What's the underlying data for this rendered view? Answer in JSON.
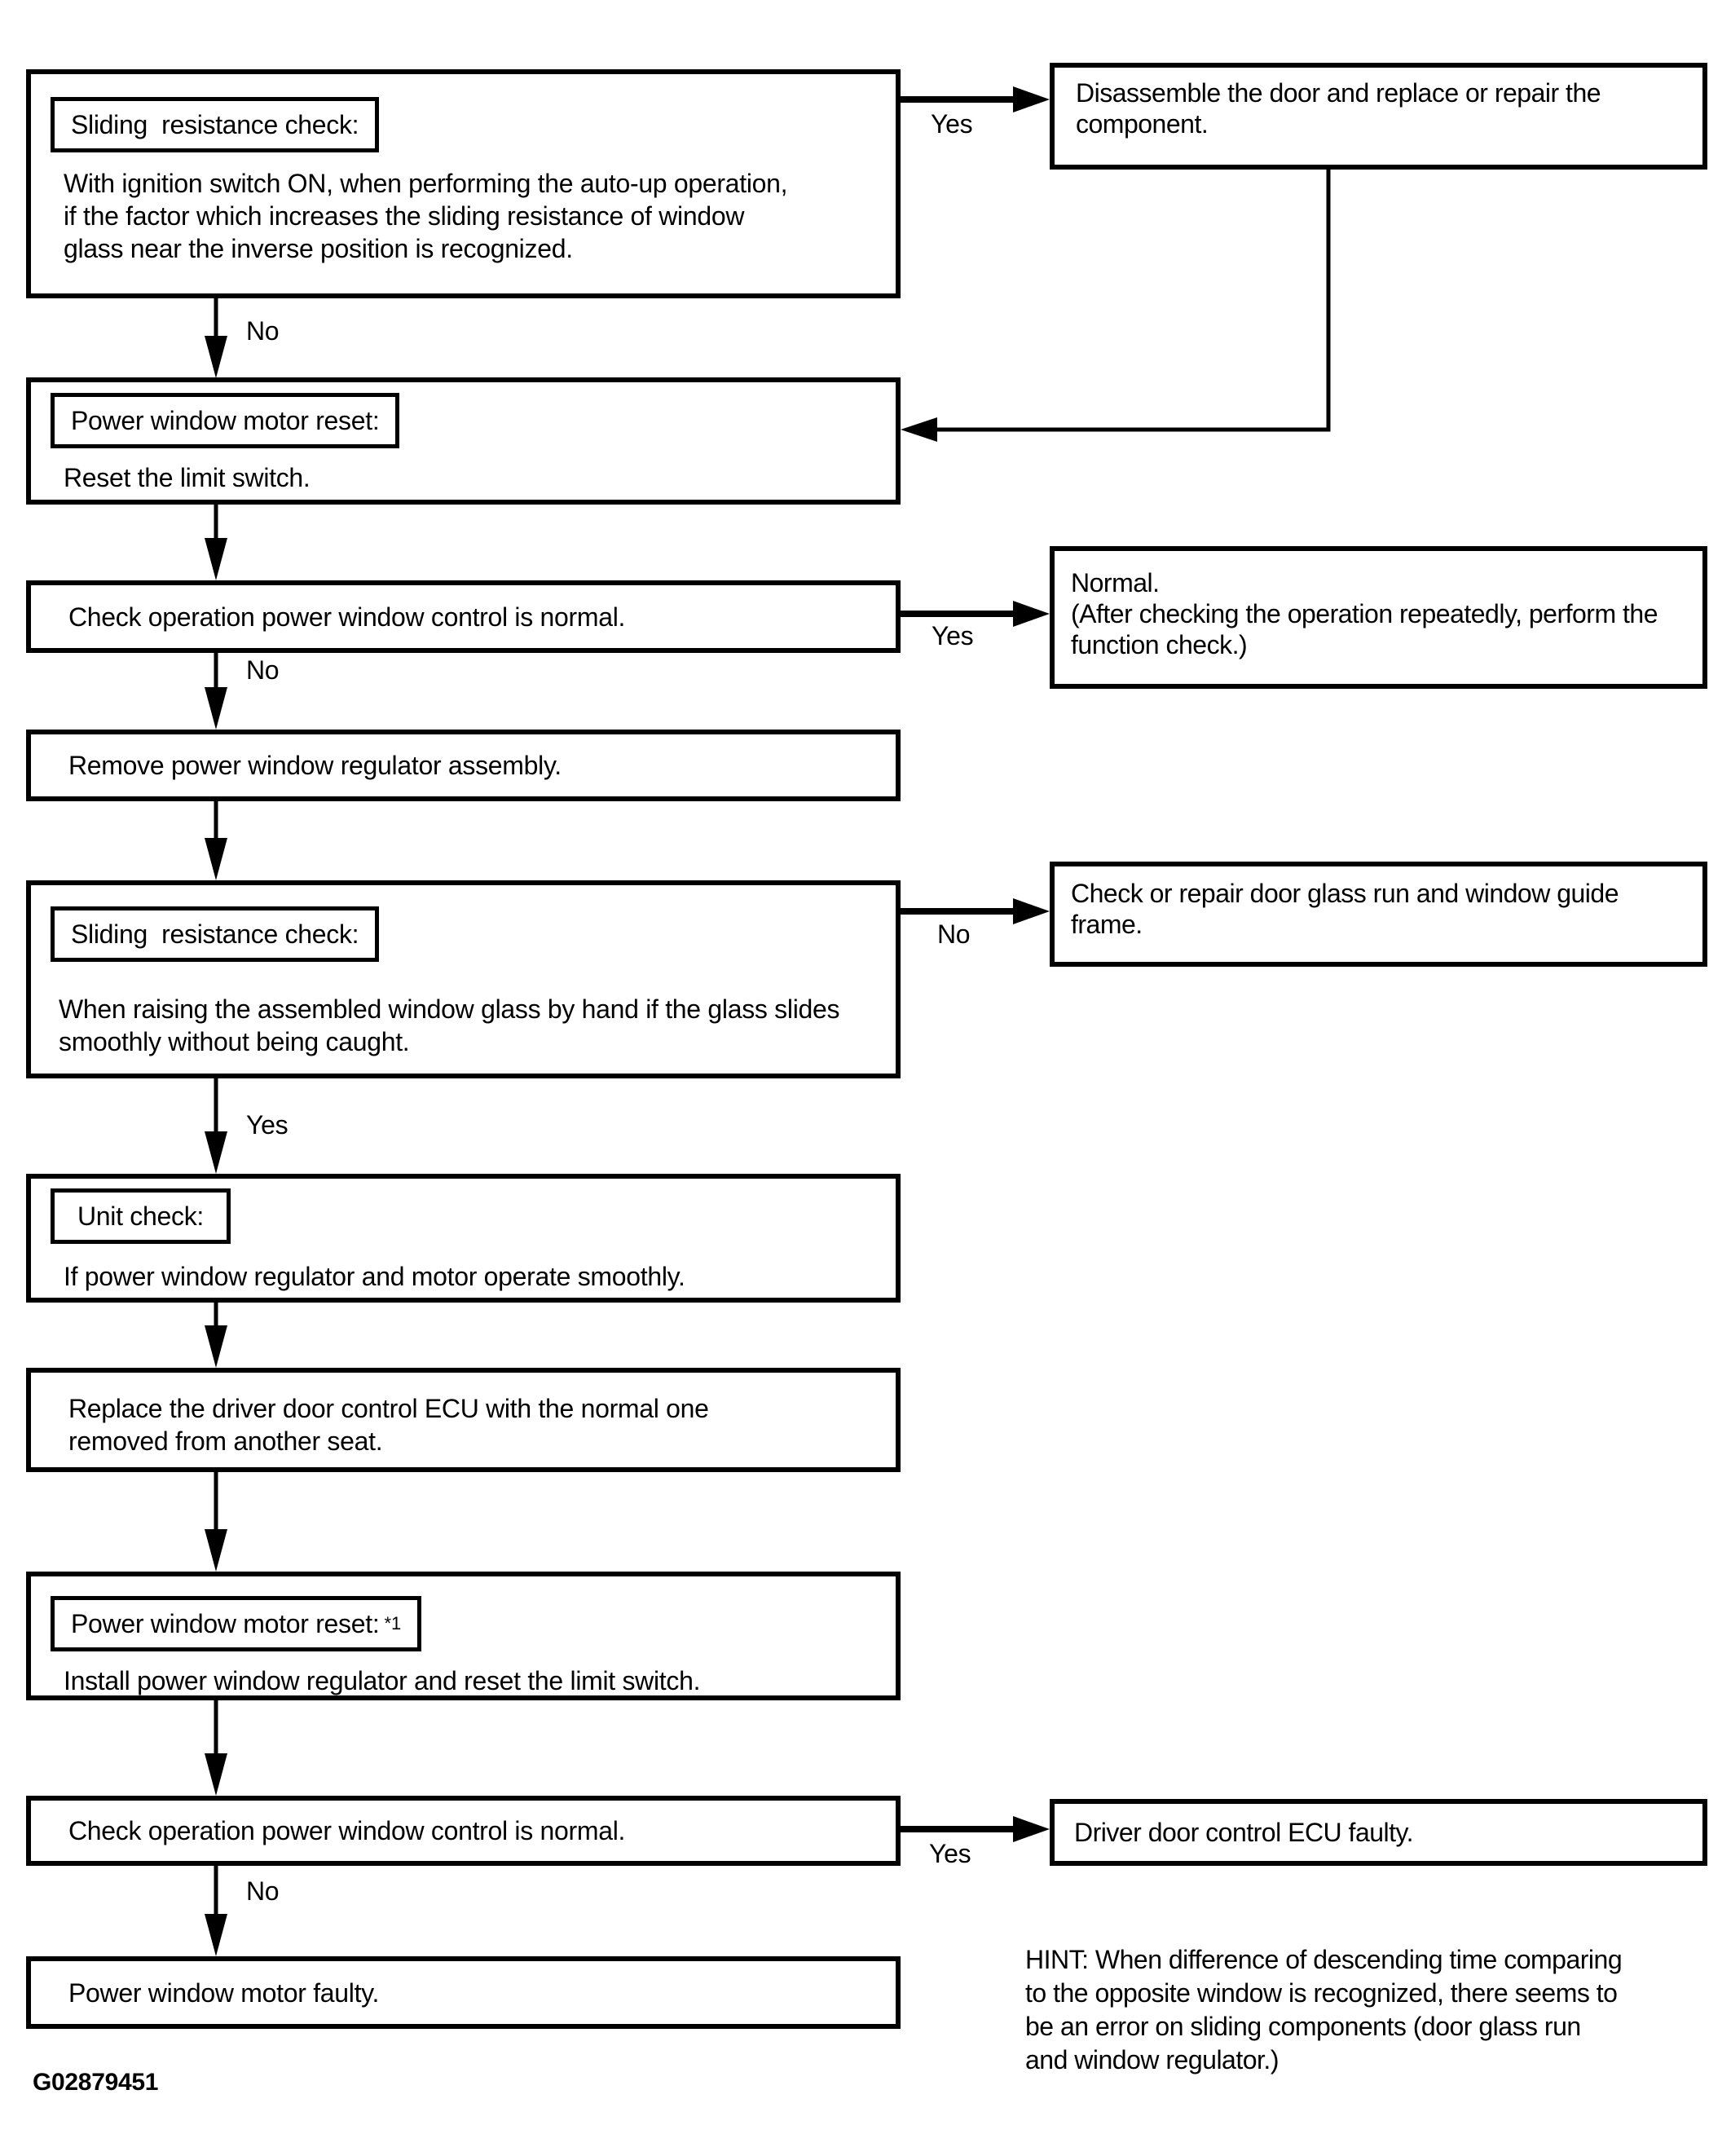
{
  "page": {
    "background_color": "#ffffff",
    "ink_color": "#000000"
  },
  "flowchart": {
    "figure_id": "G02879451",
    "hint": "HINT: When difference of descending time comparing\nto the opposite window is recognized, there seems to\nbe an error on sliding components (door glass run\nand window regulator.)",
    "nodes": {
      "sliding_check_1": {
        "label": "Sliding  resistance check:",
        "body": "With ignition switch ON, when performing the auto-up operation,\nif the factor which increases the sliding resistance of window\nglass near the inverse position is recognized."
      },
      "disassemble": {
        "body": "Disassemble the door and replace or repair the\ncomponent."
      },
      "motor_reset_1": {
        "label": "Power window motor reset:",
        "body": "Reset the limit switch."
      },
      "check_op_1": {
        "body": "Check operation power window control is normal."
      },
      "normal": {
        "body": "Normal.\n(After checking the operation repeatedly, perform the\nfunction check.)"
      },
      "remove_regulator": {
        "body": "Remove power window regulator assembly."
      },
      "sliding_check_2": {
        "label": "Sliding  resistance check:",
        "body": "When raising the assembled window glass by hand if the glass slides\nsmoothly without being caught."
      },
      "check_repair_glass_run": {
        "body": "Check or repair door glass run and window guide\nframe."
      },
      "unit_check": {
        "label": "Unit check:",
        "body": "If power window regulator and motor operate smoothly."
      },
      "replace_ecu": {
        "body": "Replace the driver door control ECU with the normal one\nremoved from another seat."
      },
      "motor_reset_2": {
        "label": "Power window motor reset:",
        "sup": "*1",
        "body": "Install power window regulator and reset the limit switch."
      },
      "check_op_2": {
        "body": "Check operation power window control is normal."
      },
      "ecu_faulty": {
        "body": "Driver door control ECU faulty."
      },
      "motor_faulty": {
        "body": "Power window motor faulty."
      }
    },
    "edges": [
      {
        "from": "sliding_check_1",
        "to": "disassemble",
        "label": "Yes"
      },
      {
        "from": "sliding_check_1",
        "to": "motor_reset_1",
        "label": "No"
      },
      {
        "from": "disassemble",
        "to": "motor_reset_1",
        "label": ""
      },
      {
        "from": "motor_reset_1",
        "to": "check_op_1",
        "label": ""
      },
      {
        "from": "check_op_1",
        "to": "normal",
        "label": "Yes"
      },
      {
        "from": "check_op_1",
        "to": "remove_regulator",
        "label": "No"
      },
      {
        "from": "remove_regulator",
        "to": "sliding_check_2",
        "label": ""
      },
      {
        "from": "sliding_check_2",
        "to": "check_repair_glass_run",
        "label": "No"
      },
      {
        "from": "sliding_check_2",
        "to": "unit_check",
        "label": "Yes"
      },
      {
        "from": "unit_check",
        "to": "replace_ecu",
        "label": ""
      },
      {
        "from": "replace_ecu",
        "to": "motor_reset_2",
        "label": ""
      },
      {
        "from": "motor_reset_2",
        "to": "check_op_2",
        "label": ""
      },
      {
        "from": "check_op_2",
        "to": "ecu_faulty",
        "label": "Yes"
      },
      {
        "from": "check_op_2",
        "to": "motor_faulty",
        "label": "No"
      }
    ]
  }
}
